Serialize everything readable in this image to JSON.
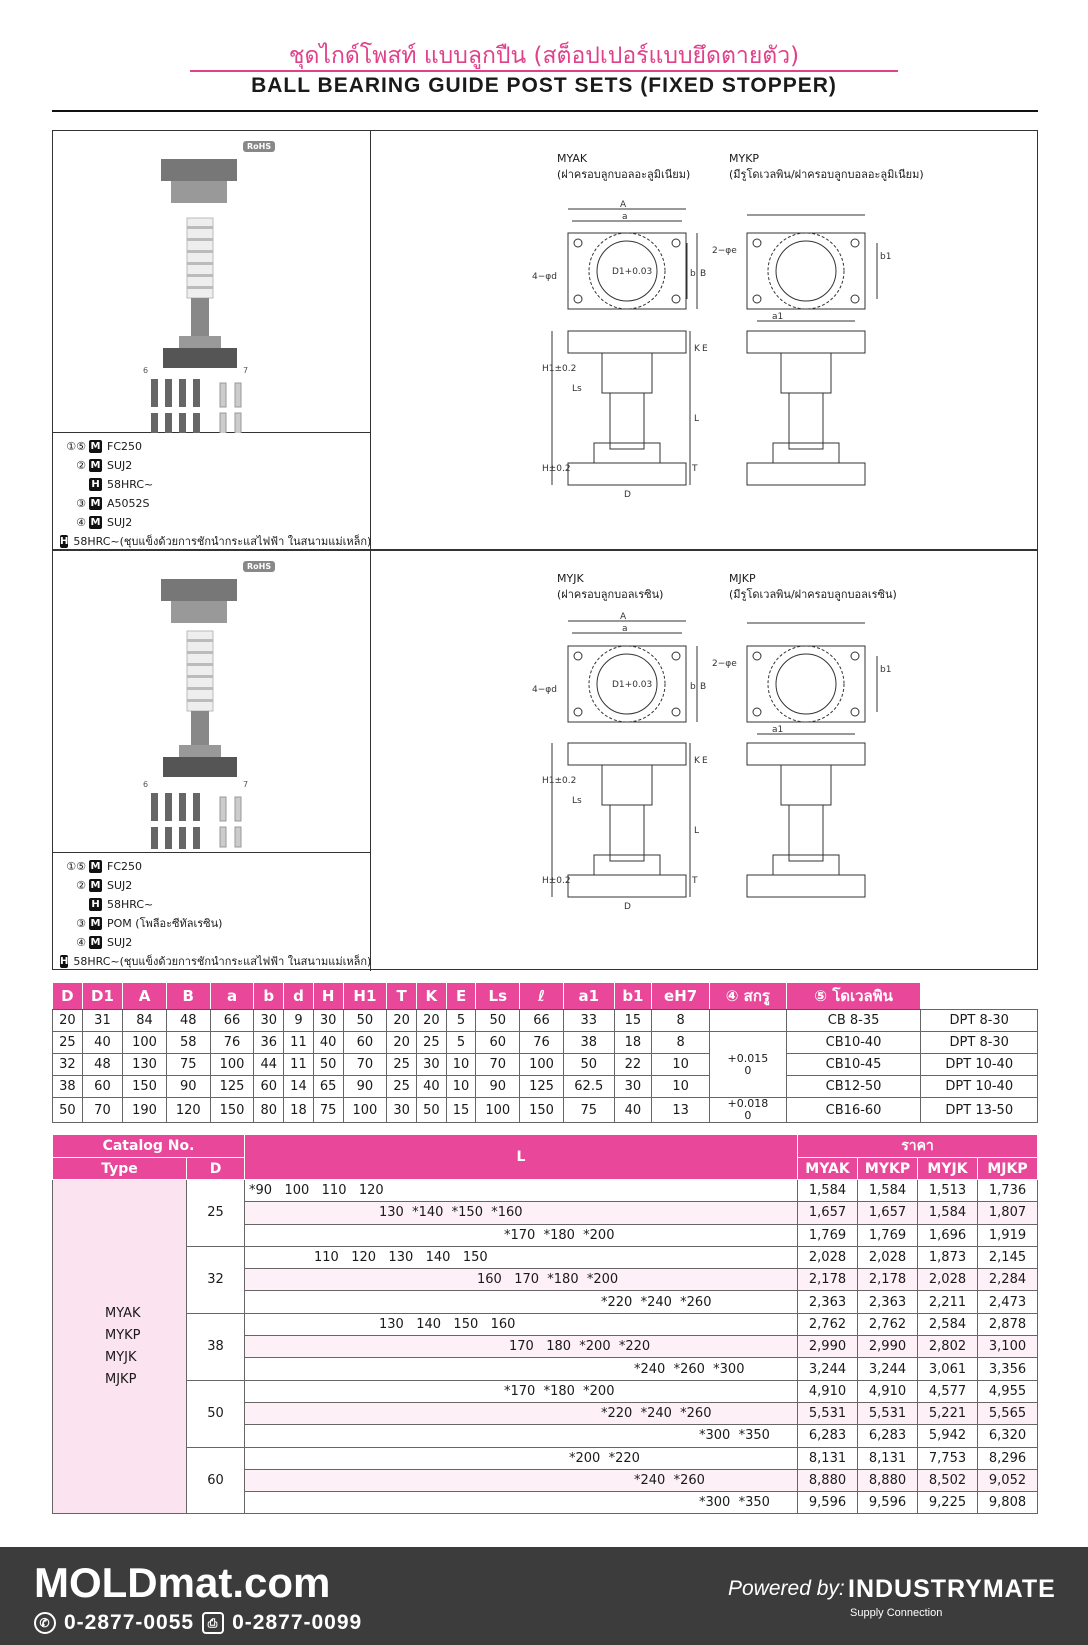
{
  "header": {
    "thai_title": "ชุดไกด์โพสท์ แบบลูกปืน (สต็อปเปอร์แบบยึดตายตัว)",
    "english_title": "BALL BEARING GUIDE POST SETS (FIXED STOPPER)"
  },
  "section1": {
    "rohs": "RoHS",
    "callout_6": "6",
    "callout_7": "7",
    "materials": [
      {
        "nums": "①⑤",
        "badge": "M",
        "text": "FC250"
      },
      {
        "nums": "②",
        "badge": "M",
        "text": "SUJ2"
      },
      {
        "nums": "",
        "badge": "H",
        "text": "58HRC~"
      },
      {
        "nums": "③",
        "badge": "M",
        "text": "A5052S"
      },
      {
        "nums": "④",
        "badge": "M",
        "text": "SUJ2"
      },
      {
        "nums": "",
        "badge": "H",
        "text": "58HRC~(ชุบแข็งด้วยการชักนำกระแสไฟฟ้า ในสนามแม่เหล็ก)"
      }
    ],
    "model_left": "MYAK",
    "model_left_sub": "(ฝาครอบลูกบอลอะลูมิเนียม)",
    "model_right": "MYKP",
    "model_right_sub": "(มีรูโดเวลพิน/ฝาครอบลูกบอลอะลูมิเนียม)"
  },
  "section2": {
    "rohs": "RoHS",
    "callout_6": "6",
    "callout_7": "7",
    "materials": [
      {
        "nums": "①⑤",
        "badge": "M",
        "text": "FC250"
      },
      {
        "nums": "②",
        "badge": "M",
        "text": "SUJ2"
      },
      {
        "nums": "",
        "badge": "H",
        "text": "58HRC~"
      },
      {
        "nums": "③",
        "badge": "M",
        "text": "POM (โพลีอะซีทัลเรซิน)"
      },
      {
        "nums": "④",
        "badge": "M",
        "text": "SUJ2"
      },
      {
        "nums": "",
        "badge": "H",
        "text": "58HRC~(ชุบแข็งด้วยการชักนำกระแสไฟฟ้า ในสนามแม่เหล็ก)"
      }
    ],
    "model_left": "MYJK",
    "model_left_sub": "(ฝาครอบลูกบอลเรซิน)",
    "model_right": "MJKP",
    "model_right_sub": "(มีรูโดเวลพิน/ฝาครอบลูกบอลเรซิน)"
  },
  "drawing_labels": {
    "A": "A",
    "a": "a",
    "B": "B",
    "b": "b",
    "D": "D",
    "L": "L",
    "T": "T",
    "K": "K",
    "E": "E",
    "H1": "H1±0.2",
    "H": "H±0.2",
    "Ls": "Ls",
    "a1": "a1",
    "b1": "b1",
    "hole_d": "4−φd",
    "hole_e": "2−φe",
    "d1": "D1+0.03"
  },
  "dims_table": {
    "headers": [
      "D",
      "D1",
      "A",
      "B",
      "a",
      "b",
      "d",
      "H",
      "H1",
      "T",
      "K",
      "E",
      "Ls",
      "ℓ",
      "a1",
      "b1",
      "eH7",
      "④ สกรู",
      "⑤ โดเวลพิน"
    ],
    "rows": [
      [
        "20",
        "31",
        "84",
        "48",
        "66",
        "30",
        "9",
        "30",
        "50",
        "20",
        "20",
        "5",
        "50",
        "66",
        "33",
        "15",
        "8",
        "CB 8-35",
        "DPT 8-30"
      ],
      [
        "25",
        "40",
        "100",
        "58",
        "76",
        "36",
        "11",
        "40",
        "60",
        "20",
        "25",
        "5",
        "60",
        "76",
        "38",
        "18",
        "8",
        "CB10-40",
        "DPT 8-30"
      ],
      [
        "32",
        "48",
        "130",
        "75",
        "100",
        "44",
        "11",
        "50",
        "70",
        "25",
        "30",
        "10",
        "70",
        "100",
        "50",
        "22",
        "10",
        "CB10-45",
        "DPT 10-40"
      ],
      [
        "38",
        "60",
        "150",
        "90",
        "125",
        "60",
        "14",
        "65",
        "90",
        "25",
        "40",
        "10",
        "90",
        "125",
        "62.5",
        "30",
        "10",
        "CB12-50",
        "DPT 10-40"
      ],
      [
        "50",
        "70",
        "190",
        "120",
        "150",
        "80",
        "18",
        "75",
        "100",
        "30",
        "50",
        "15",
        "100",
        "150",
        "75",
        "40",
        "13",
        "CB16-60",
        "DPT 13-50"
      ]
    ],
    "tol_a": "+0.015\n0",
    "tol_b": "+0.018\n0"
  },
  "price_table": {
    "h_catalog": "Catalog No.",
    "h_type": "Type",
    "h_d": "D",
    "h_l": "L",
    "h_price": "ราคา",
    "h_models": [
      "MYAK",
      "MYKP",
      "MYJK",
      "MJKP"
    ],
    "types": [
      "MYAK",
      "MYKP",
      "MYJK",
      "MJKP"
    ],
    "groups": [
      {
        "d": "25",
        "rows": [
          {
            "l": "*90   100   110   120",
            "indent": 0,
            "p": [
              "1,584",
              "1,584",
              "1,513",
              "1,736"
            ]
          },
          {
            "l": "130  *140  *150  *160",
            "indent": 130,
            "p": [
              "1,657",
              "1,657",
              "1,584",
              "1,807"
            ]
          },
          {
            "l": "*170  *180  *200",
            "indent": 255,
            "p": [
              "1,769",
              "1,769",
              "1,696",
              "1,919"
            ]
          }
        ]
      },
      {
        "d": "32",
        "rows": [
          {
            "l": "110   120   130   140   150",
            "indent": 65,
            "p": [
              "2,028",
              "2,028",
              "1,873",
              "2,145"
            ]
          },
          {
            "l": "160   170  *180  *200",
            "indent": 228,
            "p": [
              "2,178",
              "2,178",
              "2,028",
              "2,284"
            ]
          },
          {
            "l": "*220  *240  *260",
            "indent": 352,
            "p": [
              "2,363",
              "2,363",
              "2,211",
              "2,473"
            ]
          }
        ]
      },
      {
        "d": "38",
        "rows": [
          {
            "l": "130   140   150   160",
            "indent": 130,
            "p": [
              "2,762",
              "2,762",
              "2,584",
              "2,878"
            ]
          },
          {
            "l": "170   180  *200  *220",
            "indent": 260,
            "p": [
              "2,990",
              "2,990",
              "2,802",
              "3,100"
            ]
          },
          {
            "l": "*240  *260  *300",
            "indent": 385,
            "p": [
              "3,244",
              "3,244",
              "3,061",
              "3,356"
            ]
          }
        ]
      },
      {
        "d": "50",
        "rows": [
          {
            "l": "*170  *180  *200",
            "indent": 255,
            "p": [
              "4,910",
              "4,910",
              "4,577",
              "4,955"
            ]
          },
          {
            "l": "*220  *240  *260",
            "indent": 352,
            "p": [
              "5,531",
              "5,531",
              "5,221",
              "5,565"
            ]
          },
          {
            "l": "*300  *350",
            "indent": 450,
            "p": [
              "6,283",
              "6,283",
              "5,942",
              "6,320"
            ]
          }
        ]
      },
      {
        "d": "60",
        "rows": [
          {
            "l": "*200  *220",
            "indent": 320,
            "p": [
              "8,131",
              "8,131",
              "7,753",
              "8,296"
            ]
          },
          {
            "l": "*240  *260",
            "indent": 385,
            "p": [
              "8,880",
              "8,880",
              "8,502",
              "9,052"
            ]
          },
          {
            "l": "*300  *350",
            "indent": 450,
            "p": [
              "9,596",
              "9,596",
              "9,225",
              "9,808"
            ]
          }
        ]
      }
    ]
  },
  "footer": {
    "brand": "MOLDmat.com",
    "phone": "0-2877-0055",
    "fax": "0-2877-0099",
    "powered": "Powered by:",
    "company": "INDUSTRYMATE",
    "tagline": "Supply Connection"
  }
}
